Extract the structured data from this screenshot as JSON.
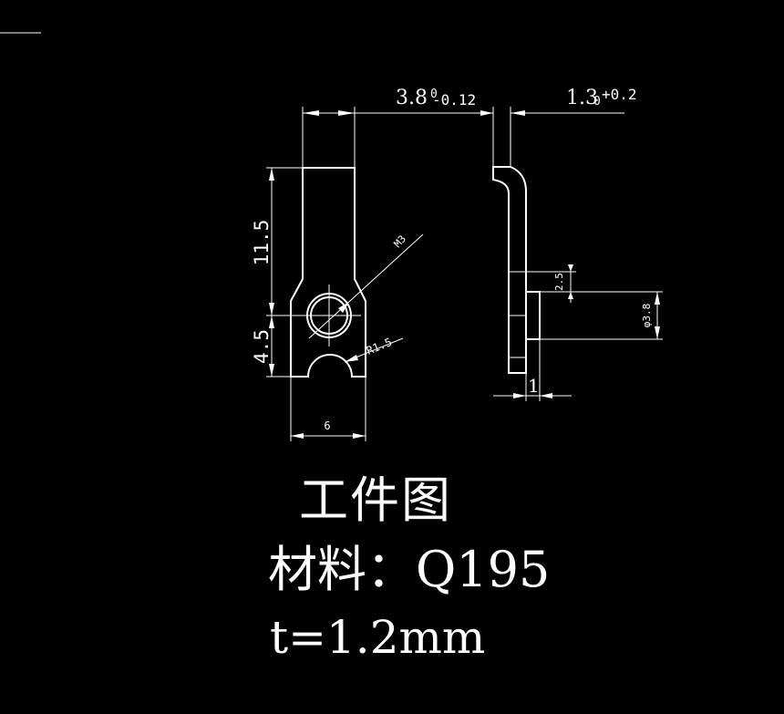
{
  "drawing": {
    "front_view": {
      "dim_height_upper": "11.5",
      "dim_height_lower": "4.5",
      "dim_width": "6",
      "dim_thread": "M3",
      "dim_radius": "R1.5"
    },
    "side_view": {
      "dim_offset": "3.8",
      "dim_offset_tol_upper": "0",
      "dim_offset_tol_lower": "-0.12",
      "dim_thickness": "1.3",
      "dim_thickness_tol_upper": "+0.2",
      "dim_thickness_tol_lower": "0",
      "dim_boss_height": "2.5",
      "dim_boss_dia": "φ3.8",
      "dim_boss_length": "1"
    }
  },
  "captions": {
    "title": "工件图",
    "material": "材料：Q195",
    "thickness": "t=1.2mm"
  }
}
